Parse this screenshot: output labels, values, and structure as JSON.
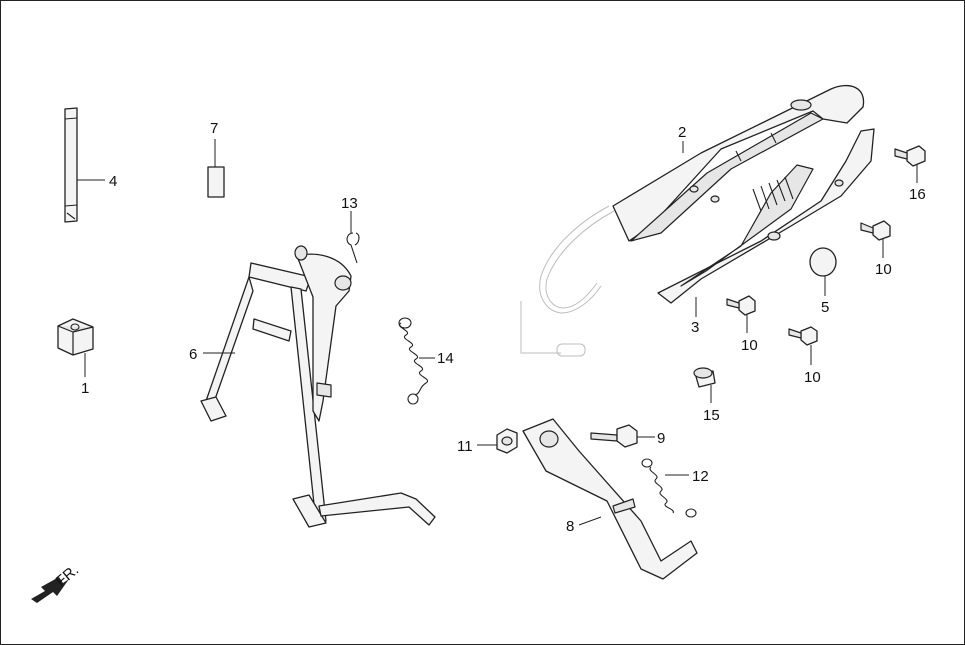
{
  "diagram": {
    "direction_label": "FR.",
    "callouts": [
      {
        "id": "c1",
        "text": "1"
      },
      {
        "id": "c2",
        "text": "2"
      },
      {
        "id": "c3",
        "text": "3"
      },
      {
        "id": "c4",
        "text": "4"
      },
      {
        "id": "c5",
        "text": "5"
      },
      {
        "id": "c6",
        "text": "6"
      },
      {
        "id": "c7",
        "text": "7"
      },
      {
        "id": "c8",
        "text": "8"
      },
      {
        "id": "c9",
        "text": "9"
      },
      {
        "id": "c10a",
        "text": "10"
      },
      {
        "id": "c10b",
        "text": "10"
      },
      {
        "id": "c10c",
        "text": "10"
      },
      {
        "id": "c11",
        "text": "11"
      },
      {
        "id": "c12",
        "text": "12"
      },
      {
        "id": "c13",
        "text": "13"
      },
      {
        "id": "c14",
        "text": "14"
      },
      {
        "id": "c15",
        "text": "15"
      },
      {
        "id": "c16",
        "text": "16"
      }
    ]
  }
}
